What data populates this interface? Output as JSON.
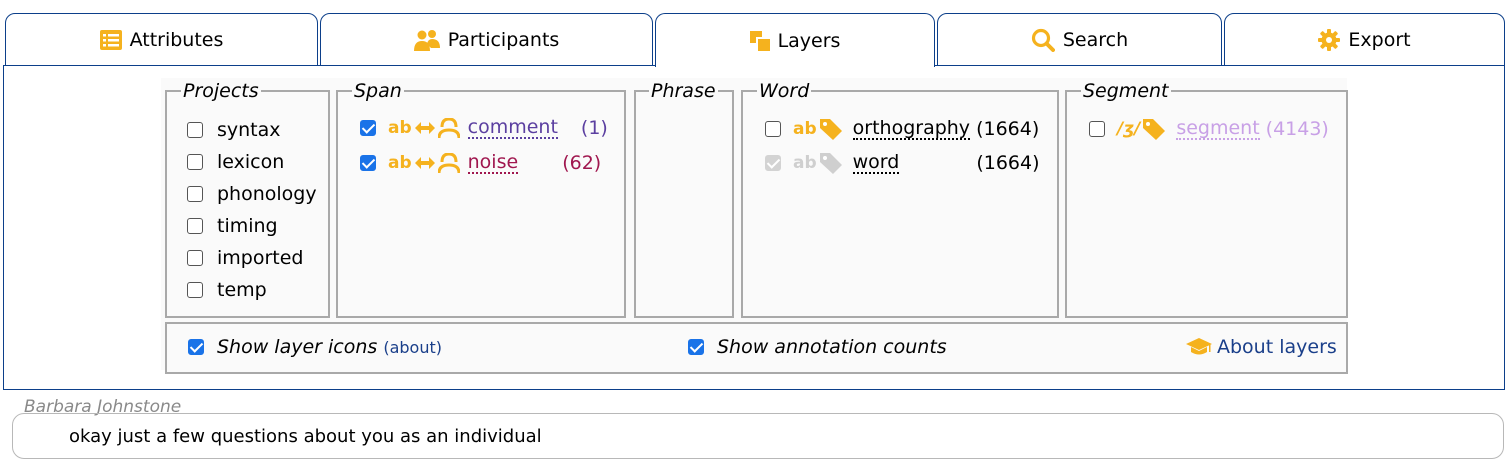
{
  "tabs": [
    {
      "label": "Attributes",
      "icon": "list-icon"
    },
    {
      "label": "Participants",
      "icon": "participants-icon"
    },
    {
      "label": "Layers",
      "icon": "layers-icon"
    },
    {
      "label": "Search",
      "icon": "search-icon"
    },
    {
      "label": "Export",
      "icon": "gear-icon"
    }
  ],
  "active_tab": "Layers",
  "groups": {
    "projects": {
      "legend": "Projects",
      "items": [
        {
          "label": "syntax",
          "checked": false
        },
        {
          "label": "lexicon",
          "checked": false
        },
        {
          "label": "phonology",
          "checked": false
        },
        {
          "label": "timing",
          "checked": false
        },
        {
          "label": "imported",
          "checked": false
        },
        {
          "label": "temp",
          "checked": false
        }
      ]
    },
    "span": {
      "legend": "Span",
      "items": [
        {
          "icon_text": "ab",
          "label": "comment",
          "count": "(1)",
          "checked": true,
          "color": "#5b3fa0"
        },
        {
          "icon_text": "ab",
          "label": "noise",
          "count": "(62)",
          "checked": true,
          "color": "#a0174f"
        }
      ]
    },
    "phrase": {
      "legend": "Phrase"
    },
    "word": {
      "legend": "Word",
      "items": [
        {
          "icon_text": "ab",
          "label": "orthography",
          "count": "(1664)",
          "checked": false
        },
        {
          "icon_text": "ab",
          "label": "word",
          "count": "(1664)",
          "checked": true,
          "disabled": true
        }
      ]
    },
    "segment": {
      "legend": "Segment",
      "items": [
        {
          "icon_text": "/ʒ/",
          "label": "segment",
          "count": "(4143)",
          "checked": false,
          "color": "#c8a0e6"
        }
      ]
    }
  },
  "options": {
    "show_icons_label": "Show layer icons",
    "about_link": "about",
    "show_counts_label": "Show annotation counts",
    "about_layers": "About layers"
  },
  "transcript": {
    "speaker": "Barbara Johnstone",
    "utterance": "okay just a few questions about you as an individual"
  },
  "colors": {
    "accent_blue": "#0c3f8a",
    "icon_orange": "#f5b21e",
    "checkbox_blue": "#1a73e8"
  }
}
